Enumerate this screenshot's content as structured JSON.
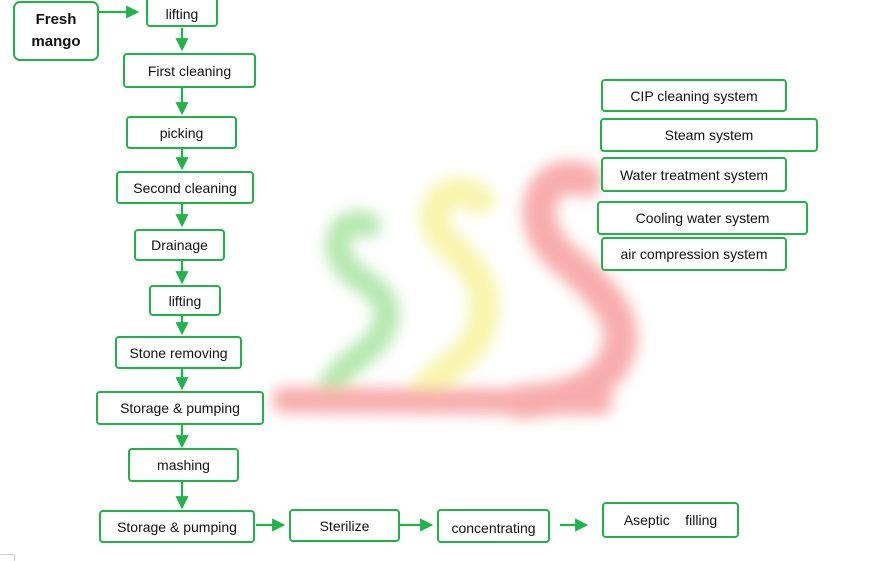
{
  "colors": {
    "box_border": "#22b24c",
    "arrow": "#22b24c",
    "watermark": [
      "#7cd66f",
      "#f2ec6a",
      "#f26a6a"
    ]
  },
  "process": {
    "start_line1": "Fresh",
    "start_line2": "mango",
    "steps": [
      "lifting",
      "First cleaning",
      "picking",
      "Second cleaning",
      "Drainage",
      "lifting",
      "Stone removing",
      "Storage & pumping",
      "mashing",
      "Storage & pumping",
      "Sterilize",
      "concentrating",
      "Aseptic    filling"
    ]
  },
  "systems": [
    "CIP cleaning system",
    "Steam system",
    "Water treatment system",
    "Cooling water system",
    "air compression system"
  ]
}
